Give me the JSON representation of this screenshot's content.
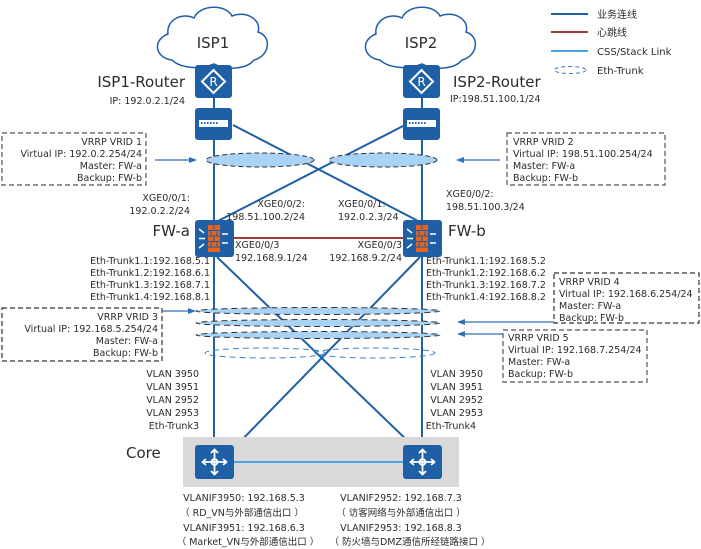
{
  "legend": {
    "items": [
      {
        "label": "业务连线",
        "type": "business-link",
        "color": "#1f5fa8"
      },
      {
        "label": "心跳线",
        "type": "heartbeat-link",
        "color": "#a23a36"
      },
      {
        "label": "CSS/Stack Link",
        "type": "stack-link",
        "color": "#4aa3e8"
      },
      {
        "label": "Eth-Trunk",
        "type": "eth-trunk",
        "color": "#3d7fc6"
      }
    ]
  },
  "colors": {
    "device_blue": "#1e5fa6",
    "firewall_orange": "#e8631c",
    "trunk_fill": "#a9d3f5",
    "core_bg": "#d9d9d9"
  },
  "clouds": [
    {
      "label": "ISP1"
    },
    {
      "label": "ISP2"
    }
  ],
  "routers": [
    {
      "name": "ISP1-Router",
      "ip": "IP: 192.0.2.1/24"
    },
    {
      "name": "ISP2-Router",
      "ip": "IP:198.51.100.1/24"
    }
  ],
  "firewalls": [
    {
      "name": "FW-a",
      "xge1": [
        "XGE0/0/1:",
        "192.0.2.2/24"
      ],
      "xge2": [
        "XGE0/0/2:",
        "198.51.100.2/24"
      ],
      "xge3": [
        "XGE0/0/3",
        "192.168.9.1/24"
      ],
      "trunks": [
        "Eth-Trunk1.1:192.168.5.1",
        "Eth-Trunk1.2:192.168.6.1",
        "Eth-Trunk1.3:192.168.7.1",
        "Eth-Trunk1.4:192.168.8.1"
      ]
    },
    {
      "name": "FW-b",
      "xge1": [
        "XGE0/0/1:",
        "192.0.2.3/24"
      ],
      "xge2": [
        "XGE0/0/2:",
        "198.51.100.3/24"
      ],
      "xge3": [
        "XGE0/0/3",
        "192.168.9.2/24"
      ],
      "trunks": [
        "Eth-Trunk1.1:192.168.5.2",
        "Eth-Trunk1.2:192.168.6.2",
        "Eth-Trunk1.3:192.168.7.2",
        "Eth-Trunk1.4:192.168.8.2"
      ]
    }
  ],
  "vrrp": [
    {
      "title": "VRRP VRID 1",
      "vip": "Virtual IP: 192.0.2.254/24",
      "master": "Master: FW-a",
      "backup": "Backup: FW-b"
    },
    {
      "title": "VRRP VRID 2",
      "vip": "Virtual IP: 198.51.100.254/24",
      "master": "Master: FW-a",
      "backup": "Backup: FW-b"
    },
    {
      "title": "VRRP VRID 3",
      "vip": "Virtual IP: 192.168.5.254/24",
      "master": "Master: FW-a",
      "backup": "Backup: FW-b"
    },
    {
      "title": "VRRP VRID 4",
      "vip": "Virtual IP: 192.168.6.254/24",
      "master": "Master: FW-a",
      "backup": "Backup: FW-b"
    },
    {
      "title": "VRRP VRID 5",
      "vip": "Virtual IP: 192.168.7.254/24",
      "master": "Master: FW-a",
      "backup": "Backup: FW-b"
    }
  ],
  "core": {
    "label": "Core",
    "left_links": [
      "VLAN 3950",
      "VLAN 3951",
      "VLAN 2952",
      "VLAN 2953",
      "Eth-Trunk3"
    ],
    "right_links": [
      "VLAN 3950",
      "VLAN 3951",
      "VLAN 2952",
      "VLAN 2953",
      "Eth-Trunk4"
    ],
    "vlanifs": [
      {
        "ip": "VLANIF3950: 192.168.5.3",
        "desc": "（ RD_VN与外部通信出口 ）"
      },
      {
        "ip": "VLANIF2952: 192.168.7.3",
        "desc": "（ 访客网络与外部通信出口 ）"
      },
      {
        "ip": "VLANIF3951: 192.168.6.3",
        "desc": "（ Market_VN与外部通信出口 ）"
      },
      {
        "ip": "VLANIF2953: 192.168.8.3",
        "desc": "（ 防火墙与DMZ通信所经链路接口 ）"
      }
    ]
  }
}
